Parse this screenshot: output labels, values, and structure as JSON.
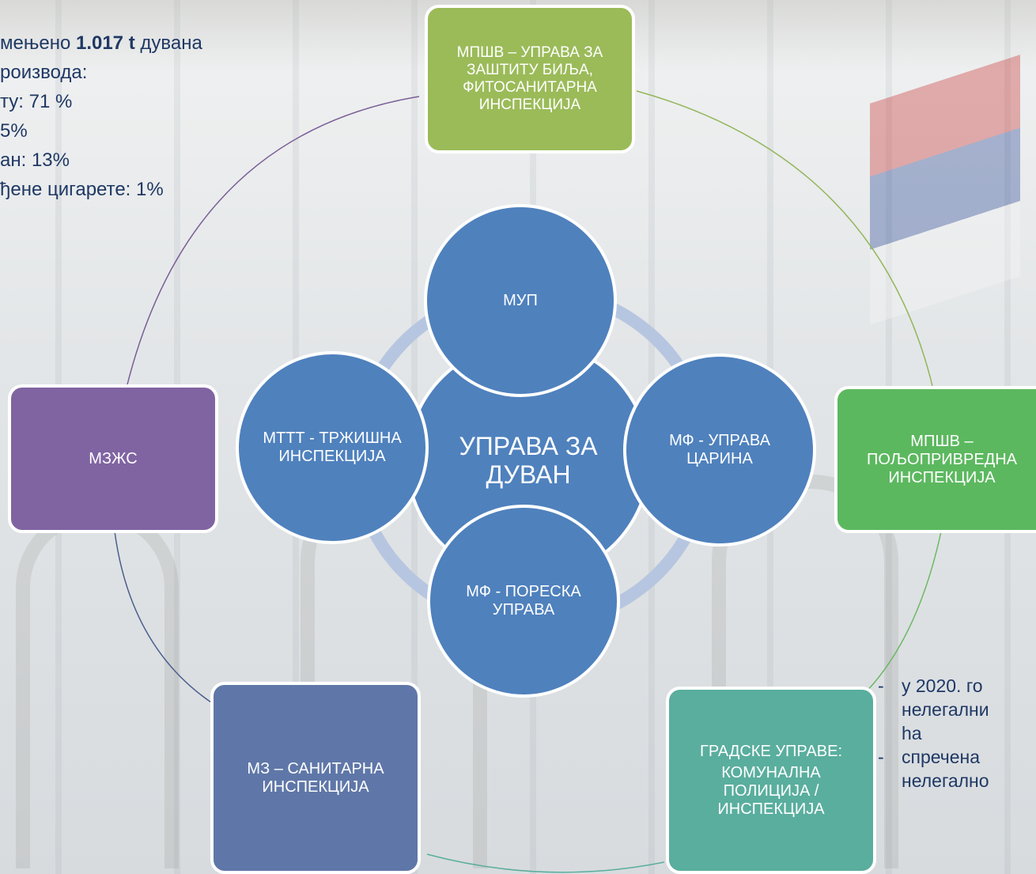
{
  "stats_text": {
    "line1_prefix": "мењено ",
    "line1_bold": "1.017 t",
    "line1_suffix": " дувана",
    "lines": [
      "роизвода:",
      "ту: 71 %",
      "5%",
      "ан: 13%",
      "ђене цигарете: 1%"
    ]
  },
  "center": {
    "label": "УПРАВА ЗА ДУВАН"
  },
  "inner_circles": {
    "top": "МУП",
    "right": "МФ - УПРАВА ЦАРИНА",
    "bottom": "МФ - ПОРЕСКА УПРАВА",
    "left": "МТТТ - ТРЖИШНА ИНСПЕКЦИЈА"
  },
  "outer_boxes": {
    "top": "МПШВ – УПРАВА ЗА ЗАШТИТУ БИЉА, ФИТОСАНИТАРНА ИНСПЕКЦИЈА",
    "right": "МПШВ – ПОЉОПРИВРЕДНА ИНСПЕКЦИЈА",
    "bottom_right_line1": "ГРАДСКЕ УПРАВЕ:",
    "bottom_right_line2": "КОМУНАЛНА ПОЛИЦИЈА / ИНСПЕКЦИЈА",
    "bottom_left": "МЗ – САНИТАРНА ИНСПЕКЦИЈА",
    "left": "МЗЖС"
  },
  "note": [
    {
      "dash": "-",
      "text": "у 2020. го"
    },
    {
      "dash": "",
      "text": "нелегални"
    },
    {
      "dash": "",
      "text": "ha"
    },
    {
      "dash": "-",
      "text": "спречена"
    },
    {
      "dash": "",
      "text": "нелегално"
    }
  ],
  "colors": {
    "box_top": "#9bbb59",
    "box_right": "#5cb85f",
    "box_bottom_right": "#5aae9e",
    "box_bottom_left": "#5f77a8",
    "box_left": "#8064a2",
    "circle": "#4f81bd",
    "ring": "#b7c6e0",
    "text": "#1f3864"
  }
}
